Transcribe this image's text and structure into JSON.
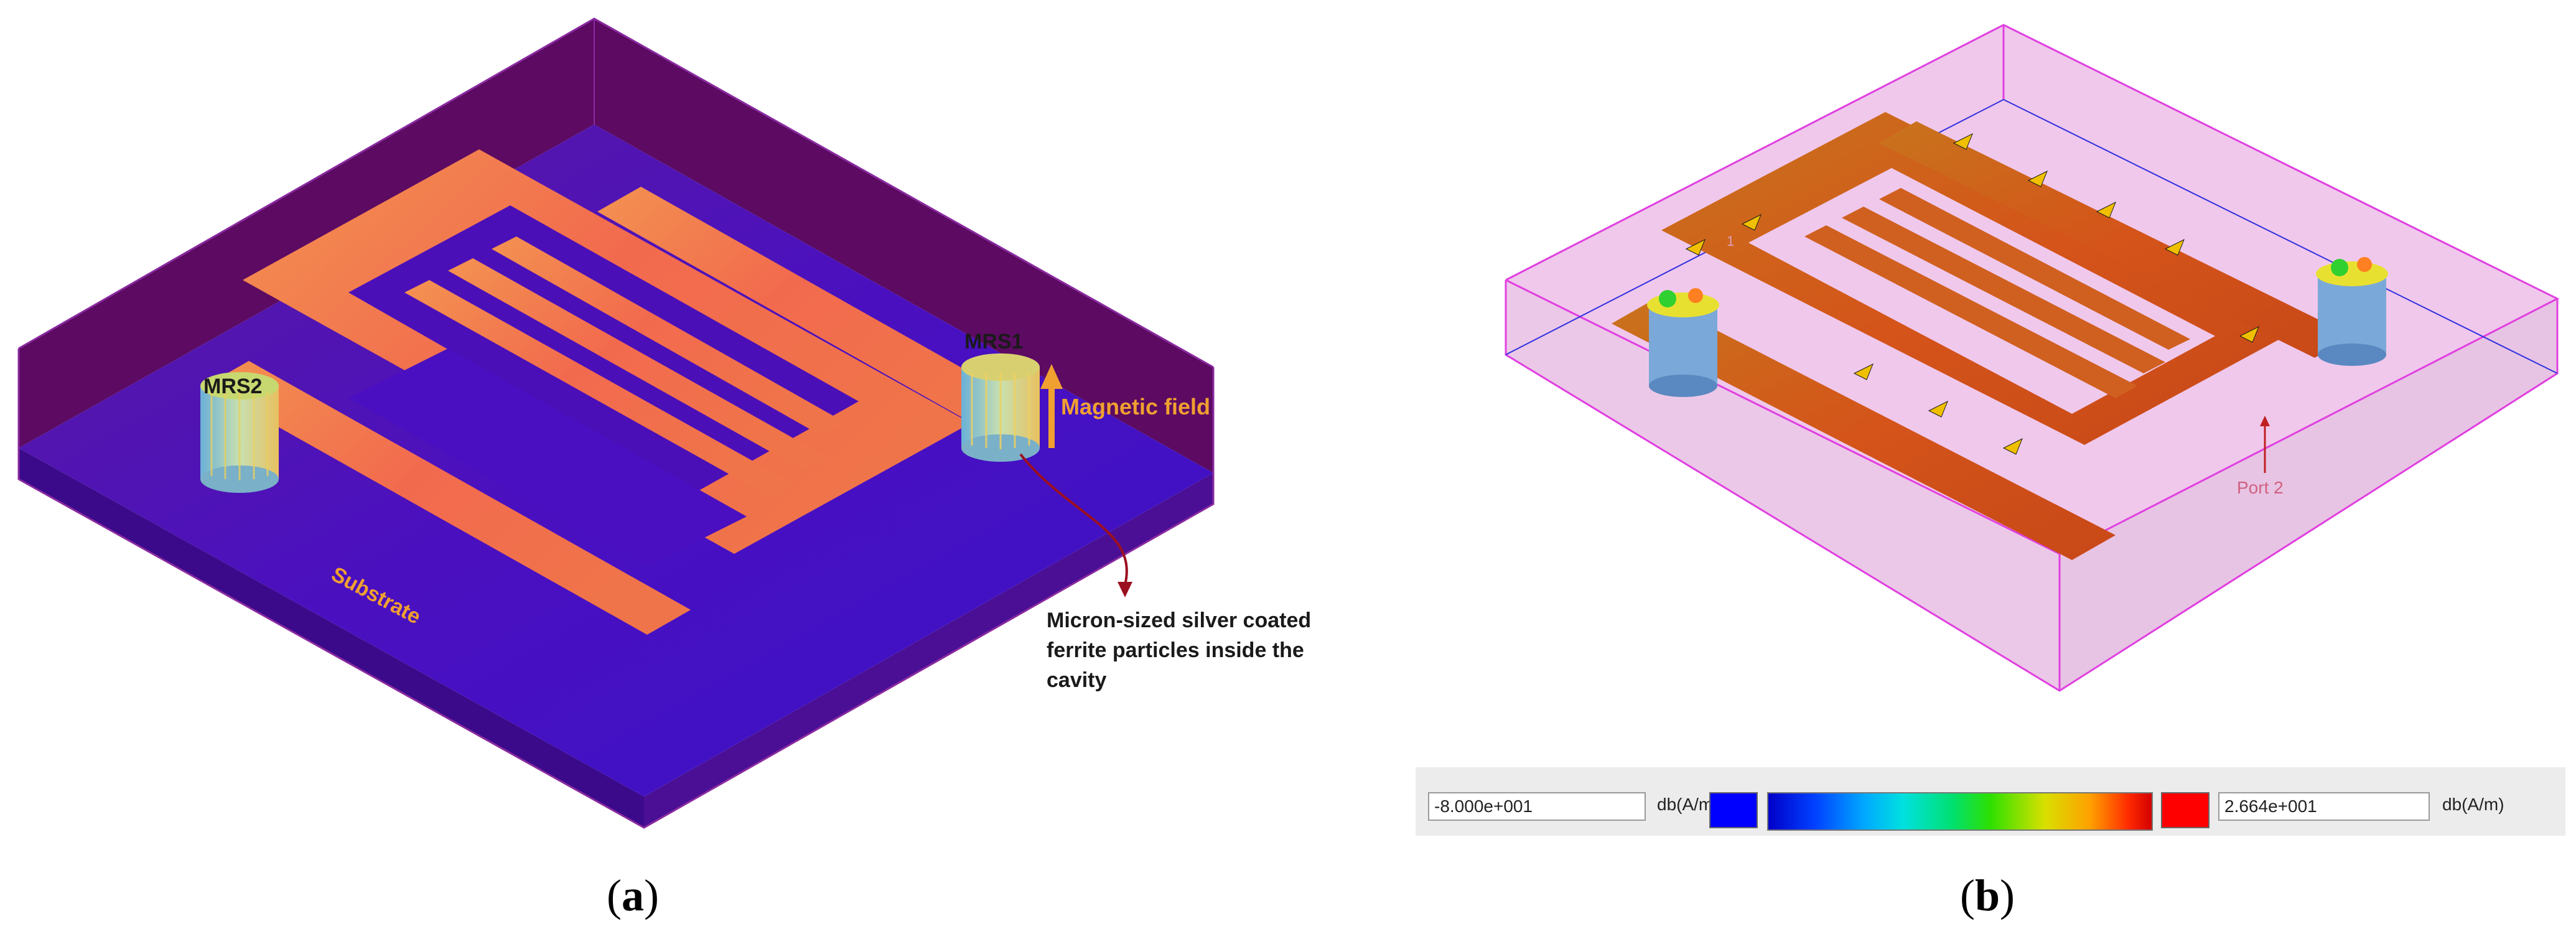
{
  "panel_a": {
    "labels": {
      "mrs1": "MRS1",
      "mrs2": "MRS2",
      "magnetic_field": "Magnetic field",
      "substrate": "Substrate",
      "note_line1": "Micron-sized silver coated",
      "note_line2": "ferrite particles inside the",
      "note_line3": "cavity"
    },
    "caption_open": "(",
    "caption_letter": "a",
    "caption_close": ")",
    "colors": {
      "substrate": "#5a0fa8",
      "metal": "#f07a4a",
      "label": "#f0a030",
      "arrow": "#9b1020"
    }
  },
  "panel_b": {
    "port_label": "Port 2",
    "port1_label": "1",
    "colorbar": {
      "min_value": "-8.000e+001",
      "max_value": "2.664e+001",
      "min_unit": "db(A/m)",
      "max_unit": "db(A/m)",
      "min_color": "#0000ff",
      "max_color": "#ff0000"
    },
    "caption_open": "(",
    "caption_letter": "b",
    "caption_close": ")",
    "colors": {
      "box": "#f4c6ec",
      "edge": "#e040e0",
      "metal": "#d4541a"
    }
  }
}
